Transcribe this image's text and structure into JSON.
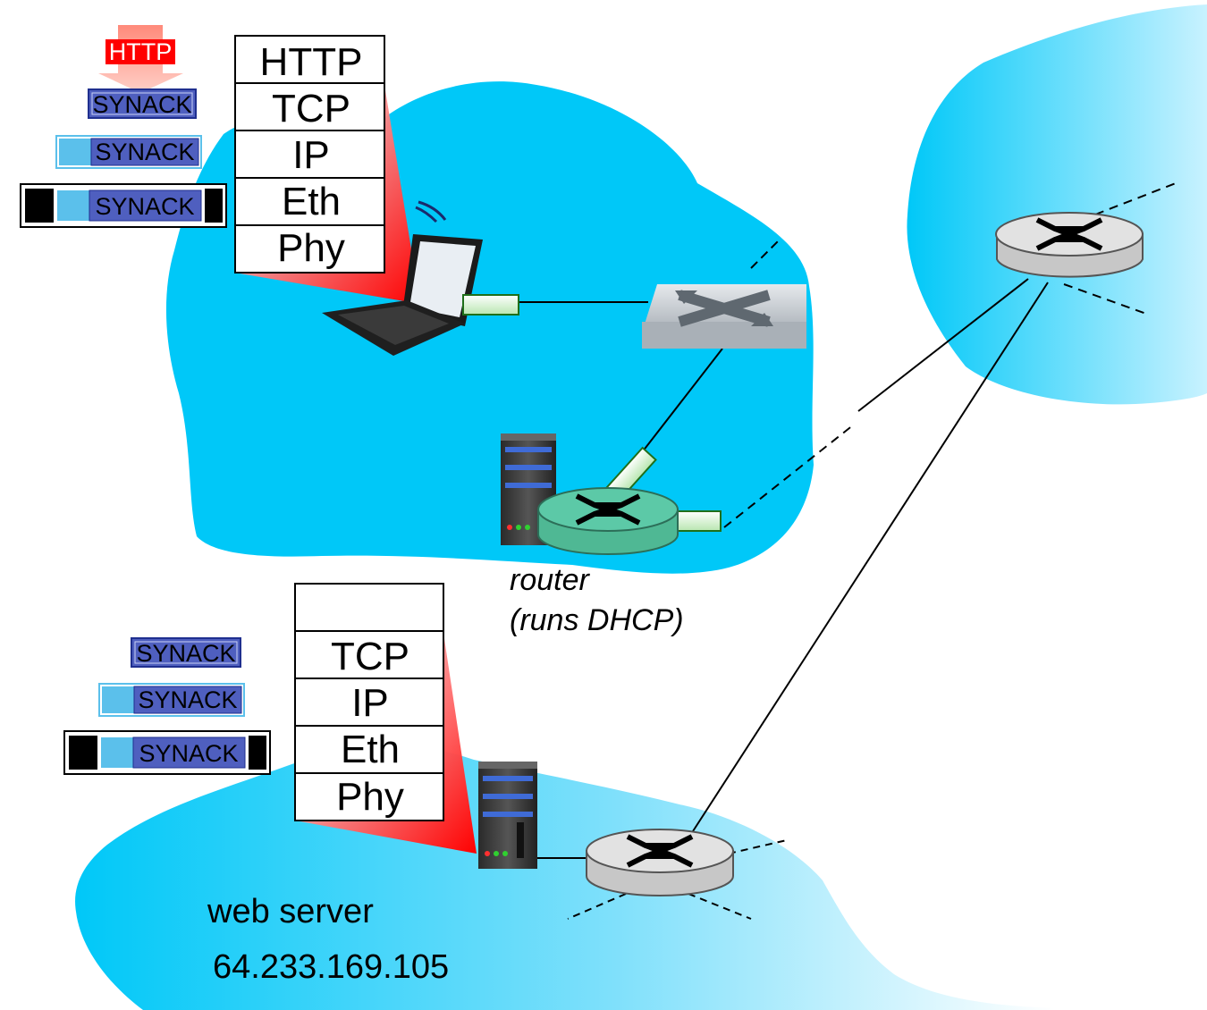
{
  "client_stack": {
    "layers": [
      "HTTP",
      "TCP",
      "IP",
      "Eth",
      "Phy"
    ]
  },
  "server_stack": {
    "layers": [
      "",
      "TCP",
      "IP",
      "Eth",
      "Phy"
    ]
  },
  "client_packets": {
    "http_label": "HTTP",
    "synack_label": "SYNACK"
  },
  "server_packets": {
    "synack_label": "SYNACK"
  },
  "router_label": {
    "line1": "router",
    "line2": "(runs DHCP)"
  },
  "web_server": {
    "label": "web server",
    "ip": "64.233.169.105"
  },
  "colors": {
    "cloud": "#00c8f8",
    "http_red": "#ff0000",
    "synack_blue": "#4f5fbf",
    "header_light_blue": "#5bc0eb",
    "router_green": "#5cc9a7",
    "router_gray": "#d8d8d8"
  }
}
